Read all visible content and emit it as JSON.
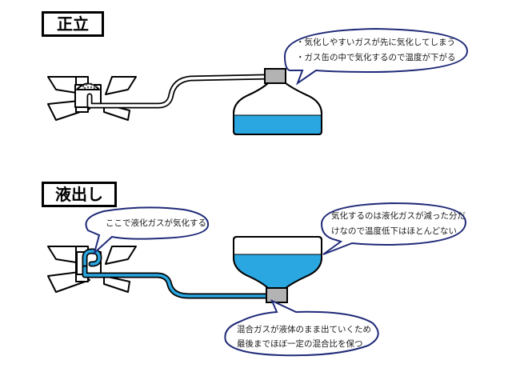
{
  "top": {
    "title": "正立",
    "bubble_lines": [
      "・気化しやすいガスが先に気化してしまう",
      "・ガス缶の中で気化するので温度が下がる"
    ]
  },
  "bottom": {
    "title": "液出し",
    "bubble_stove": "ここで液化ガスが気化する",
    "bubble_right_lines": [
      "気化するのは液化ガスが減った分だ",
      "けなので温度低下はほとんどない"
    ],
    "bubble_bottom_lines": [
      "混合ガスが液体のまま出ていくため",
      "最後までほぼ一定の混合比を保つ"
    ]
  },
  "colors": {
    "liquid": "#2aa6e0",
    "bubble_border": "#1f2a78",
    "valve": "#b3b3b3",
    "outline": "#000000"
  }
}
